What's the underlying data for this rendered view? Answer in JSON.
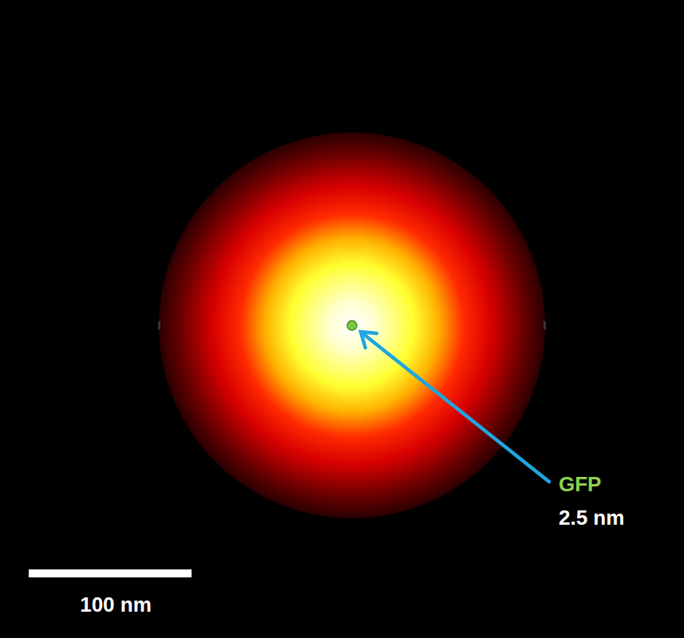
{
  "diagram": {
    "labels": [
      "GFP",
      "2.5 nm",
      "100 nm"
    ]
  }
}
